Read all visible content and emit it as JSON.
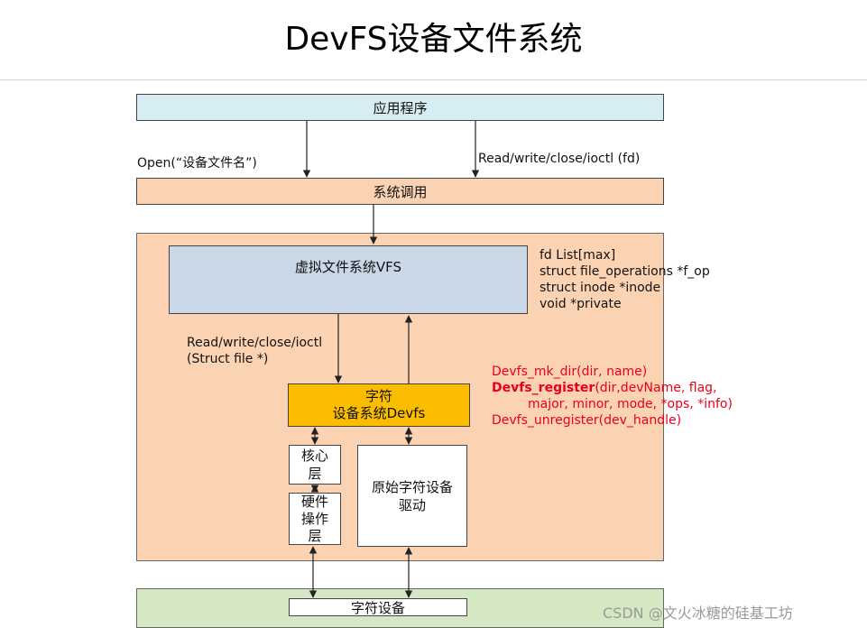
{
  "title": "DevFS设备文件系统",
  "blocks": {
    "app": "应用程序",
    "syscall": "系统调用",
    "vfs": "虚拟文件系统VFS",
    "devfs_line1": "字符",
    "devfs_line2": "设备系统Devfs",
    "core_line1": "核心",
    "core_line2": "层",
    "hw_line1": "硬件",
    "hw_line2": "操作",
    "hw_line3": "层",
    "driver_line1": "原始字符设备",
    "driver_line2": "驱动",
    "chardev": "字符设备"
  },
  "labels": {
    "open": "Open(“设备文件名”)",
    "rw_top": "Read/write/close/ioctl (fd)",
    "rw_mid_1": "Read/write/close/ioctl",
    "rw_mid_2": "(Struct file *)"
  },
  "vfs_fields": [
    "fd List[max]",
    "struct file_operations *f_op",
    "struct inode  *inode",
    "void *private"
  ],
  "devfs_api": {
    "mk_dir": "Devfs_mk_dir(dir, name)",
    "register_name": "Devfs_register",
    "register_args": "(dir,devName, flag,",
    "register_args2": "major, minor, mode, *ops, *info)",
    "unregister": "Devfs_unregister(dev_handle)"
  },
  "watermark": "CSDN @文火冰糖的硅基工坊",
  "colors": {
    "app_bg": "#d6edf3",
    "kernel_bg": "#fbd3b2",
    "vfs_bg": "#c9d7e7",
    "devfs_bg": "#fbbd00",
    "hw_bg": "#d5e8c4",
    "api_red": "#e8001a"
  }
}
